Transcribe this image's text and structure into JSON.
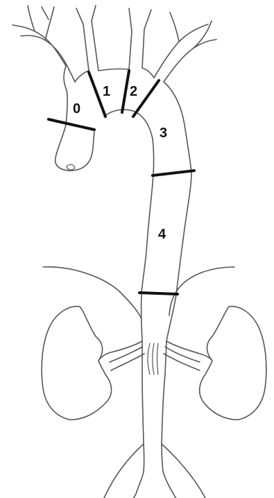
{
  "diagram": {
    "zones": [
      {
        "id": "0",
        "label": "0"
      },
      {
        "id": "1",
        "label": "1"
      },
      {
        "id": "2",
        "label": "2"
      },
      {
        "id": "3",
        "label": "3"
      },
      {
        "id": "4",
        "label": "4"
      }
    ],
    "colors": {
      "outline": "#555555",
      "boundary": "#111111",
      "background": "#ffffff"
    }
  }
}
